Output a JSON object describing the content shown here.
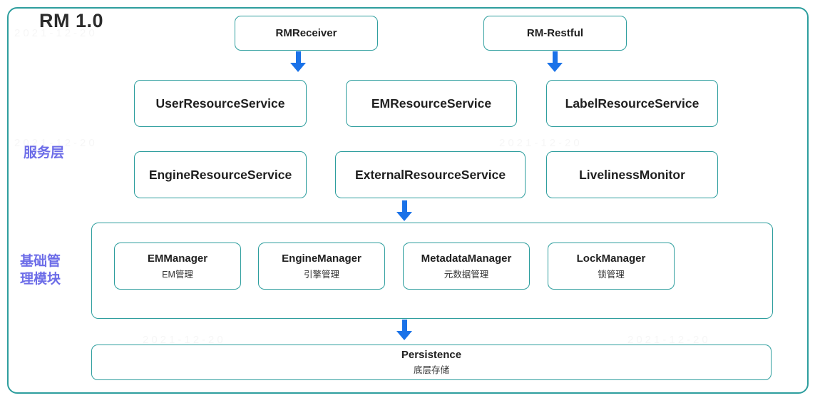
{
  "diagram": {
    "title": "RM 1.0",
    "watermark": "2021-12-20",
    "entry_nodes": [
      {
        "label": "RMReceiver"
      },
      {
        "label": "RM-Restful"
      }
    ],
    "service_layer": {
      "label": "服务层",
      "row1": [
        "UserResourceService",
        "EMResourceService",
        "LabelResourceService"
      ],
      "row2": [
        "EngineResourceService",
        "ExternalResourceService",
        "LivelinessMonitor"
      ]
    },
    "management_module": {
      "label_line1": "基础管",
      "label_line2": "理模块",
      "managers": [
        {
          "name": "EMManager",
          "desc": "EM管理"
        },
        {
          "name": "EngineManager",
          "desc": "引擎管理"
        },
        {
          "name": "MetadataManager",
          "desc": "元数据管理"
        },
        {
          "name": "LockManager",
          "desc": "锁管理"
        }
      ]
    },
    "persistence": {
      "name": "Persistence",
      "desc": "底层存储"
    },
    "colors": {
      "box_border_teal": "#2e9e9e",
      "arrow_blue": "#1a72e8",
      "layer_label_purple": "#6d6de8",
      "text_dark": "#1f1f1f"
    }
  }
}
